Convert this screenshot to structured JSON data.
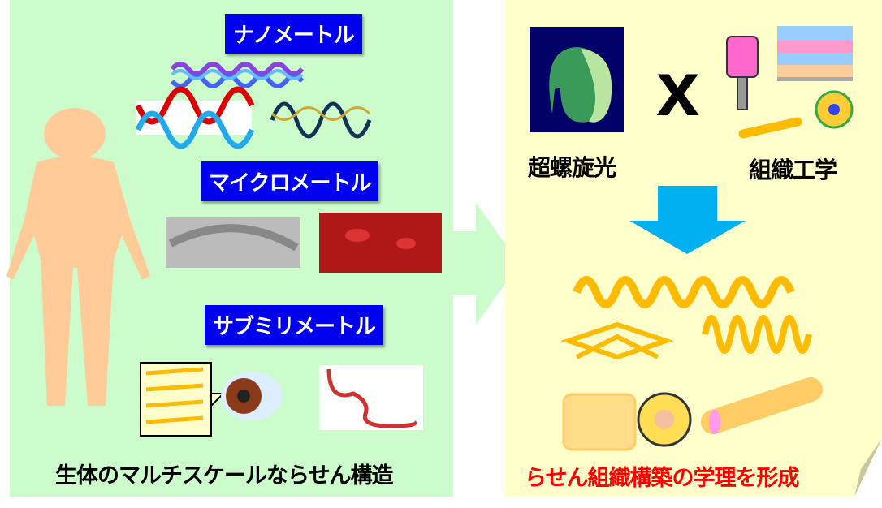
{
  "left_panel": {
    "scales": [
      {
        "label": "ナノメートル"
      },
      {
        "label": "マイクロメートル"
      },
      {
        "label": "サブミリメートル"
      }
    ],
    "caption": "生体のマルチスケールならせん構造"
  },
  "right_panel": {
    "left_term": "超螺旋光",
    "operator": "x",
    "right_term": "組織工学",
    "caption": "らせん組織構築の学理を形成"
  },
  "colors": {
    "left_bg": "#ccfccc",
    "right_bg": "#ffffcc",
    "label_bg": "#0000ee",
    "arrow_blue": "#00b0f0",
    "caption_red": "#ff0000"
  }
}
